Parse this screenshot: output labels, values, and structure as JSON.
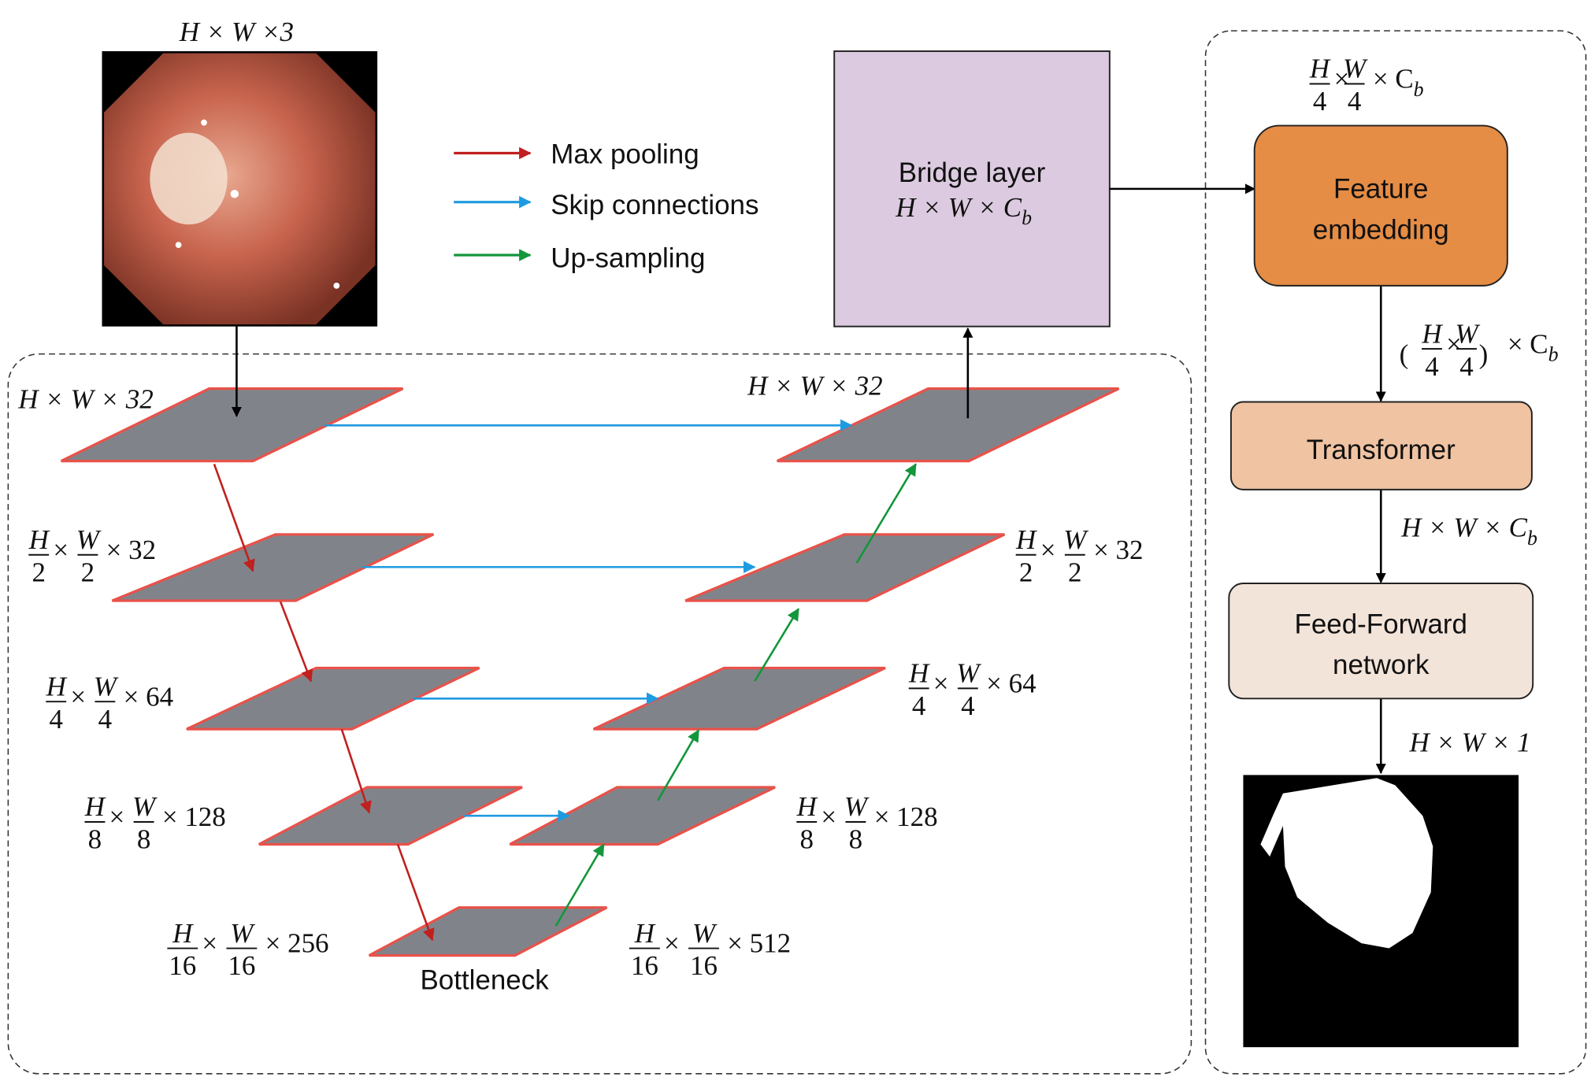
{
  "input": {
    "shape_label": "H × W ×3",
    "image": "colonoscopy-polyp-image"
  },
  "legend": [
    {
      "label": "Max pooling",
      "color": "#c0201e"
    },
    {
      "label": "Skip connections",
      "color": "#1e9be0"
    },
    {
      "label": "Up-sampling",
      "color": "#14963c"
    }
  ],
  "bridge": {
    "title": "Bridge layer",
    "shape": "H × W × C",
    "sub": "b",
    "color": "#dccbe0"
  },
  "encoder": [
    {
      "type": "plain",
      "text": "H × W × 32"
    },
    {
      "type": "frac",
      "n1": "H",
      "d1": "2",
      "n2": "W",
      "d2": "2",
      "c": "× 32"
    },
    {
      "type": "frac",
      "n1": "H",
      "d1": "4",
      "n2": "W",
      "d2": "4",
      "c": "× 64"
    },
    {
      "type": "frac",
      "n1": "H",
      "d1": "8",
      "n2": "W",
      "d2": "8",
      "c": "× 128"
    },
    {
      "type": "frac",
      "n1": "H",
      "d1": "16",
      "n2": "W",
      "d2": "16",
      "c": "× 256"
    }
  ],
  "decoder": [
    {
      "type": "plain",
      "text": "H × W × 32"
    },
    {
      "type": "frac",
      "n1": "H",
      "d1": "2",
      "n2": "W",
      "d2": "2",
      "c": "× 32"
    },
    {
      "type": "frac",
      "n1": "H",
      "d1": "4",
      "n2": "W",
      "d2": "4",
      "c": "× 64"
    },
    {
      "type": "frac",
      "n1": "H",
      "d1": "8",
      "n2": "W",
      "d2": "8",
      "c": "× 128"
    },
    {
      "type": "frac",
      "n1": "H",
      "d1": "16",
      "n2": "W",
      "d2": "16",
      "c": "× 512"
    }
  ],
  "bottleneck_label": "Bottleneck",
  "transformer_branch": {
    "top_label": {
      "n1": "H",
      "d1": "4",
      "n2": "W",
      "d2": "4",
      "c": "× C",
      "sub": "b"
    },
    "feature_embedding": [
      "Feature",
      "embedding"
    ],
    "feature_embedding_color": "#e58c45",
    "token_label": {
      "n1": "H",
      "d1": "4",
      "n2": "W",
      "d2": "4",
      "c": "× C",
      "sub": "b"
    },
    "transformer": "Transformer",
    "transformer_color": "#f0c3a2",
    "after_transformer": {
      "text": "H × W × C",
      "sub": "b"
    },
    "ffn": [
      "Feed-Forward",
      "network"
    ],
    "ffn_color": "#f3e4da",
    "output_label": "H × W × 1",
    "output": "segmentation-mask"
  }
}
